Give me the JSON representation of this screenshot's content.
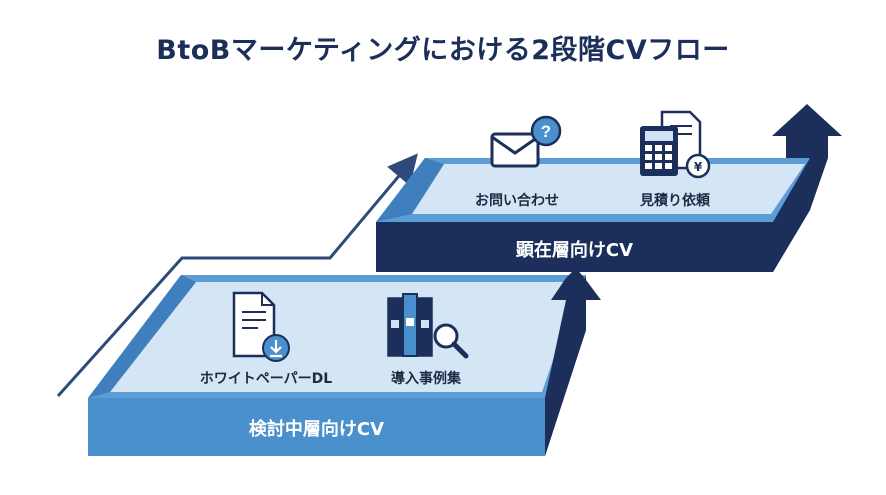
{
  "title": "BtoBマーケティングにおける2段階CVフロー",
  "upper_step": {
    "band_label": "顕在層向けCV",
    "items": [
      {
        "label": "お問い合わせ",
        "icon": "envelope-question-icon"
      },
      {
        "label": "見積り依頼",
        "icon": "calculator-yen-icon"
      }
    ]
  },
  "lower_step": {
    "band_label": "検討中層向けCV",
    "items": [
      {
        "label": "ホワイトペーパーDL",
        "icon": "document-download-icon"
      },
      {
        "label": "導入事例集",
        "icon": "binders-magnifier-icon"
      }
    ]
  },
  "colors": {
    "navy": "#1b2f5a",
    "mid_blue": "#4a90cc",
    "light_blue": "#cfe3f4",
    "title": "#1b2f5a"
  }
}
